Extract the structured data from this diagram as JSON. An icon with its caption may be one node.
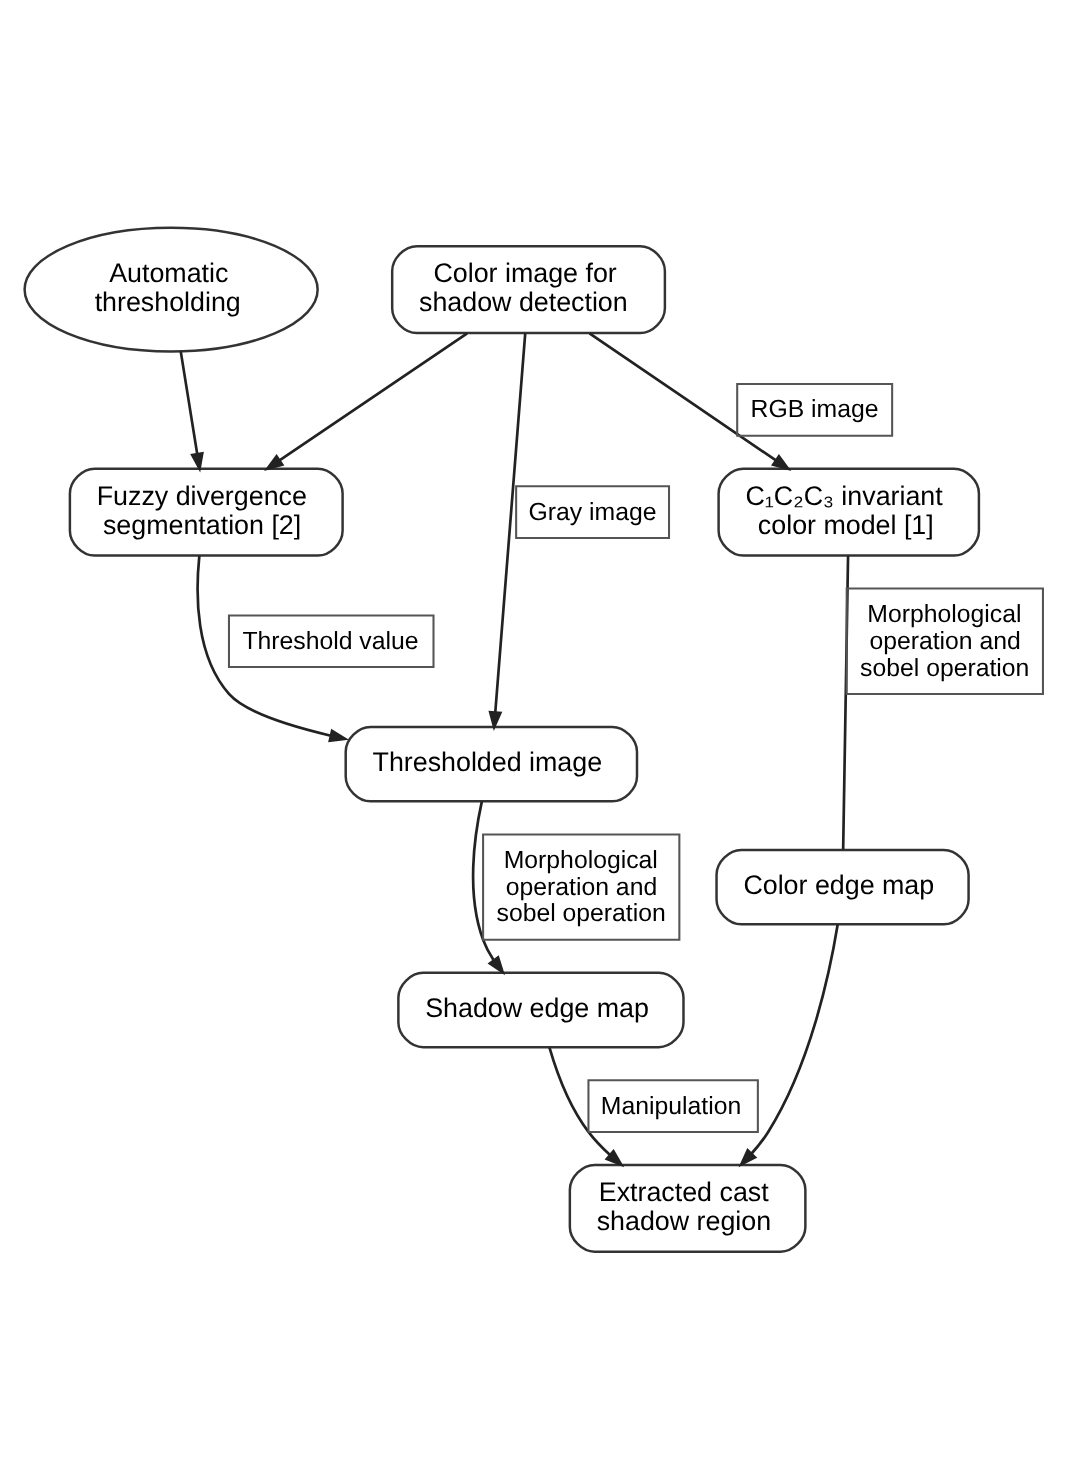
{
  "diagram": {
    "nodes": [
      {
        "text": [
          "Color image for shadow detection"
        ]
      },
      {
        "text": [
          "Automatic thresholding"
        ]
      },
      {
        "text": [
          "Fuzzy divergence segmentation [2]"
        ]
      },
      {
        "text": [
          "C₁C₂C₃ invariant color model [1]"
        ]
      },
      {
        "text": [
          "Thresholded image"
        ]
      },
      {
        "text": [
          "Color edge map"
        ]
      },
      {
        "text": [
          "Shadow edge map"
        ]
      },
      {
        "text": [
          "Extracted cast shadow region"
        ]
      }
    ],
    "edges": [
      {
        "from": 1,
        "to": 2,
        "arrow": "to"
      },
      {
        "from": 0,
        "to": 2,
        "arrow": "to"
      },
      {
        "from": 0,
        "to": 4,
        "arrow": "to",
        "label": "Gray image"
      },
      {
        "from": 0,
        "to": 3,
        "arrow": "to",
        "label": "RGB image"
      },
      {
        "from": 2,
        "to": 4,
        "arrow": "to",
        "label": "Threshold value"
      },
      {
        "from": 3,
        "to": 5,
        "arrow": "none",
        "label": "Morphological operation and sobel operation"
      },
      {
        "from": 4,
        "to": 6,
        "arrow": "to",
        "label": "Morphological operation and sobel operation"
      },
      {
        "from": 6,
        "to": 7,
        "arrow": "to",
        "label": "Manipulation"
      },
      {
        "from": 5,
        "to": 7,
        "arrow": "to"
      }
    ]
  }
}
